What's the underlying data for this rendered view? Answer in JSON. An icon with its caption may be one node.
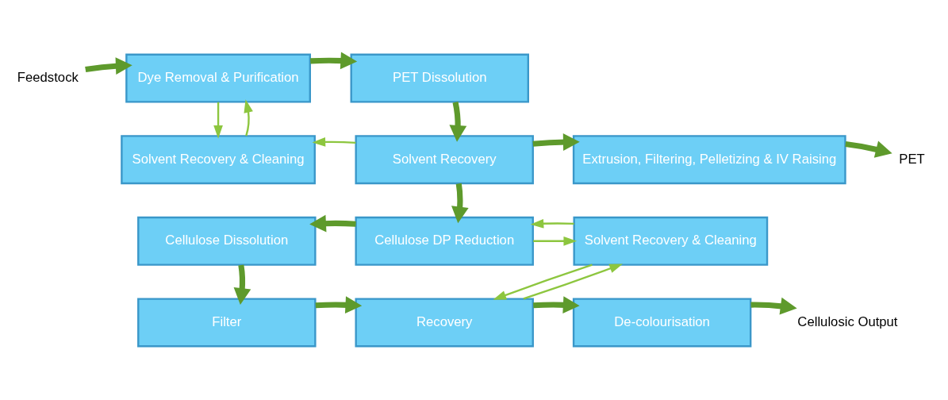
{
  "diagram": {
    "nodes": [
      {
        "text": [
          "Feedstock"
        ]
      },
      {
        "text": [
          "Dye Removal & Purification"
        ]
      },
      {
        "text": [
          "PET Dissolution"
        ]
      },
      {
        "text": [
          "Solvent Recovery & Cleaning"
        ]
      },
      {
        "text": [
          "Solvent Recovery"
        ]
      },
      {
        "text": [
          "Extrusion, Filtering, Pelletizing & IV Raising"
        ]
      },
      {
        "text": [
          "PET"
        ]
      },
      {
        "text": [
          "Cellulose Dissolution"
        ]
      },
      {
        "text": [
          "Cellulose DP Reduction"
        ]
      },
      {
        "text": [
          "Solvent Recovery & Cleaning"
        ]
      },
      {
        "text": [
          "Filter"
        ]
      },
      {
        "text": [
          "Recovery"
        ]
      },
      {
        "text": [
          "De-colourisation"
        ]
      },
      {
        "text": [
          "Cellulosic Output"
        ]
      }
    ],
    "edges": [
      {
        "from": 0,
        "to": 1,
        "arrow": "to"
      },
      {
        "from": 1,
        "to": 2,
        "arrow": "to"
      },
      {
        "from": 1,
        "to": 3,
        "arrow": "to",
        "color": "#8dc63f"
      },
      {
        "from": 3,
        "to": 1,
        "arrow": "to",
        "color": "#8dc63f"
      },
      {
        "from": 2,
        "to": 4,
        "arrow": "to"
      },
      {
        "from": 4,
        "to": 3,
        "arrow": "to",
        "color": "#8dc63f"
      },
      {
        "from": 4,
        "to": 5,
        "arrow": "to"
      },
      {
        "from": 5,
        "to": 6,
        "arrow": "to"
      },
      {
        "from": 4,
        "to": 8,
        "arrow": "to"
      },
      {
        "from": 8,
        "to": 7,
        "arrow": "to"
      },
      {
        "from": 8,
        "to": 9,
        "arrow": "to",
        "color": "#8dc63f"
      },
      {
        "from": 9,
        "to": 8,
        "arrow": "to",
        "color": "#8dc63f"
      },
      {
        "from": 7,
        "to": 10,
        "arrow": "to"
      },
      {
        "from": 10,
        "to": 11,
        "arrow": "to"
      },
      {
        "from": 11,
        "to": 9,
        "arrow": "to",
        "color": "#8dc63f"
      },
      {
        "from": 9,
        "to": 11,
        "arrow": "to",
        "color": "#8dc63f"
      },
      {
        "from": 11,
        "to": 12,
        "arrow": "to"
      },
      {
        "from": 12,
        "to": 13,
        "arrow": "to"
      }
    ]
  }
}
